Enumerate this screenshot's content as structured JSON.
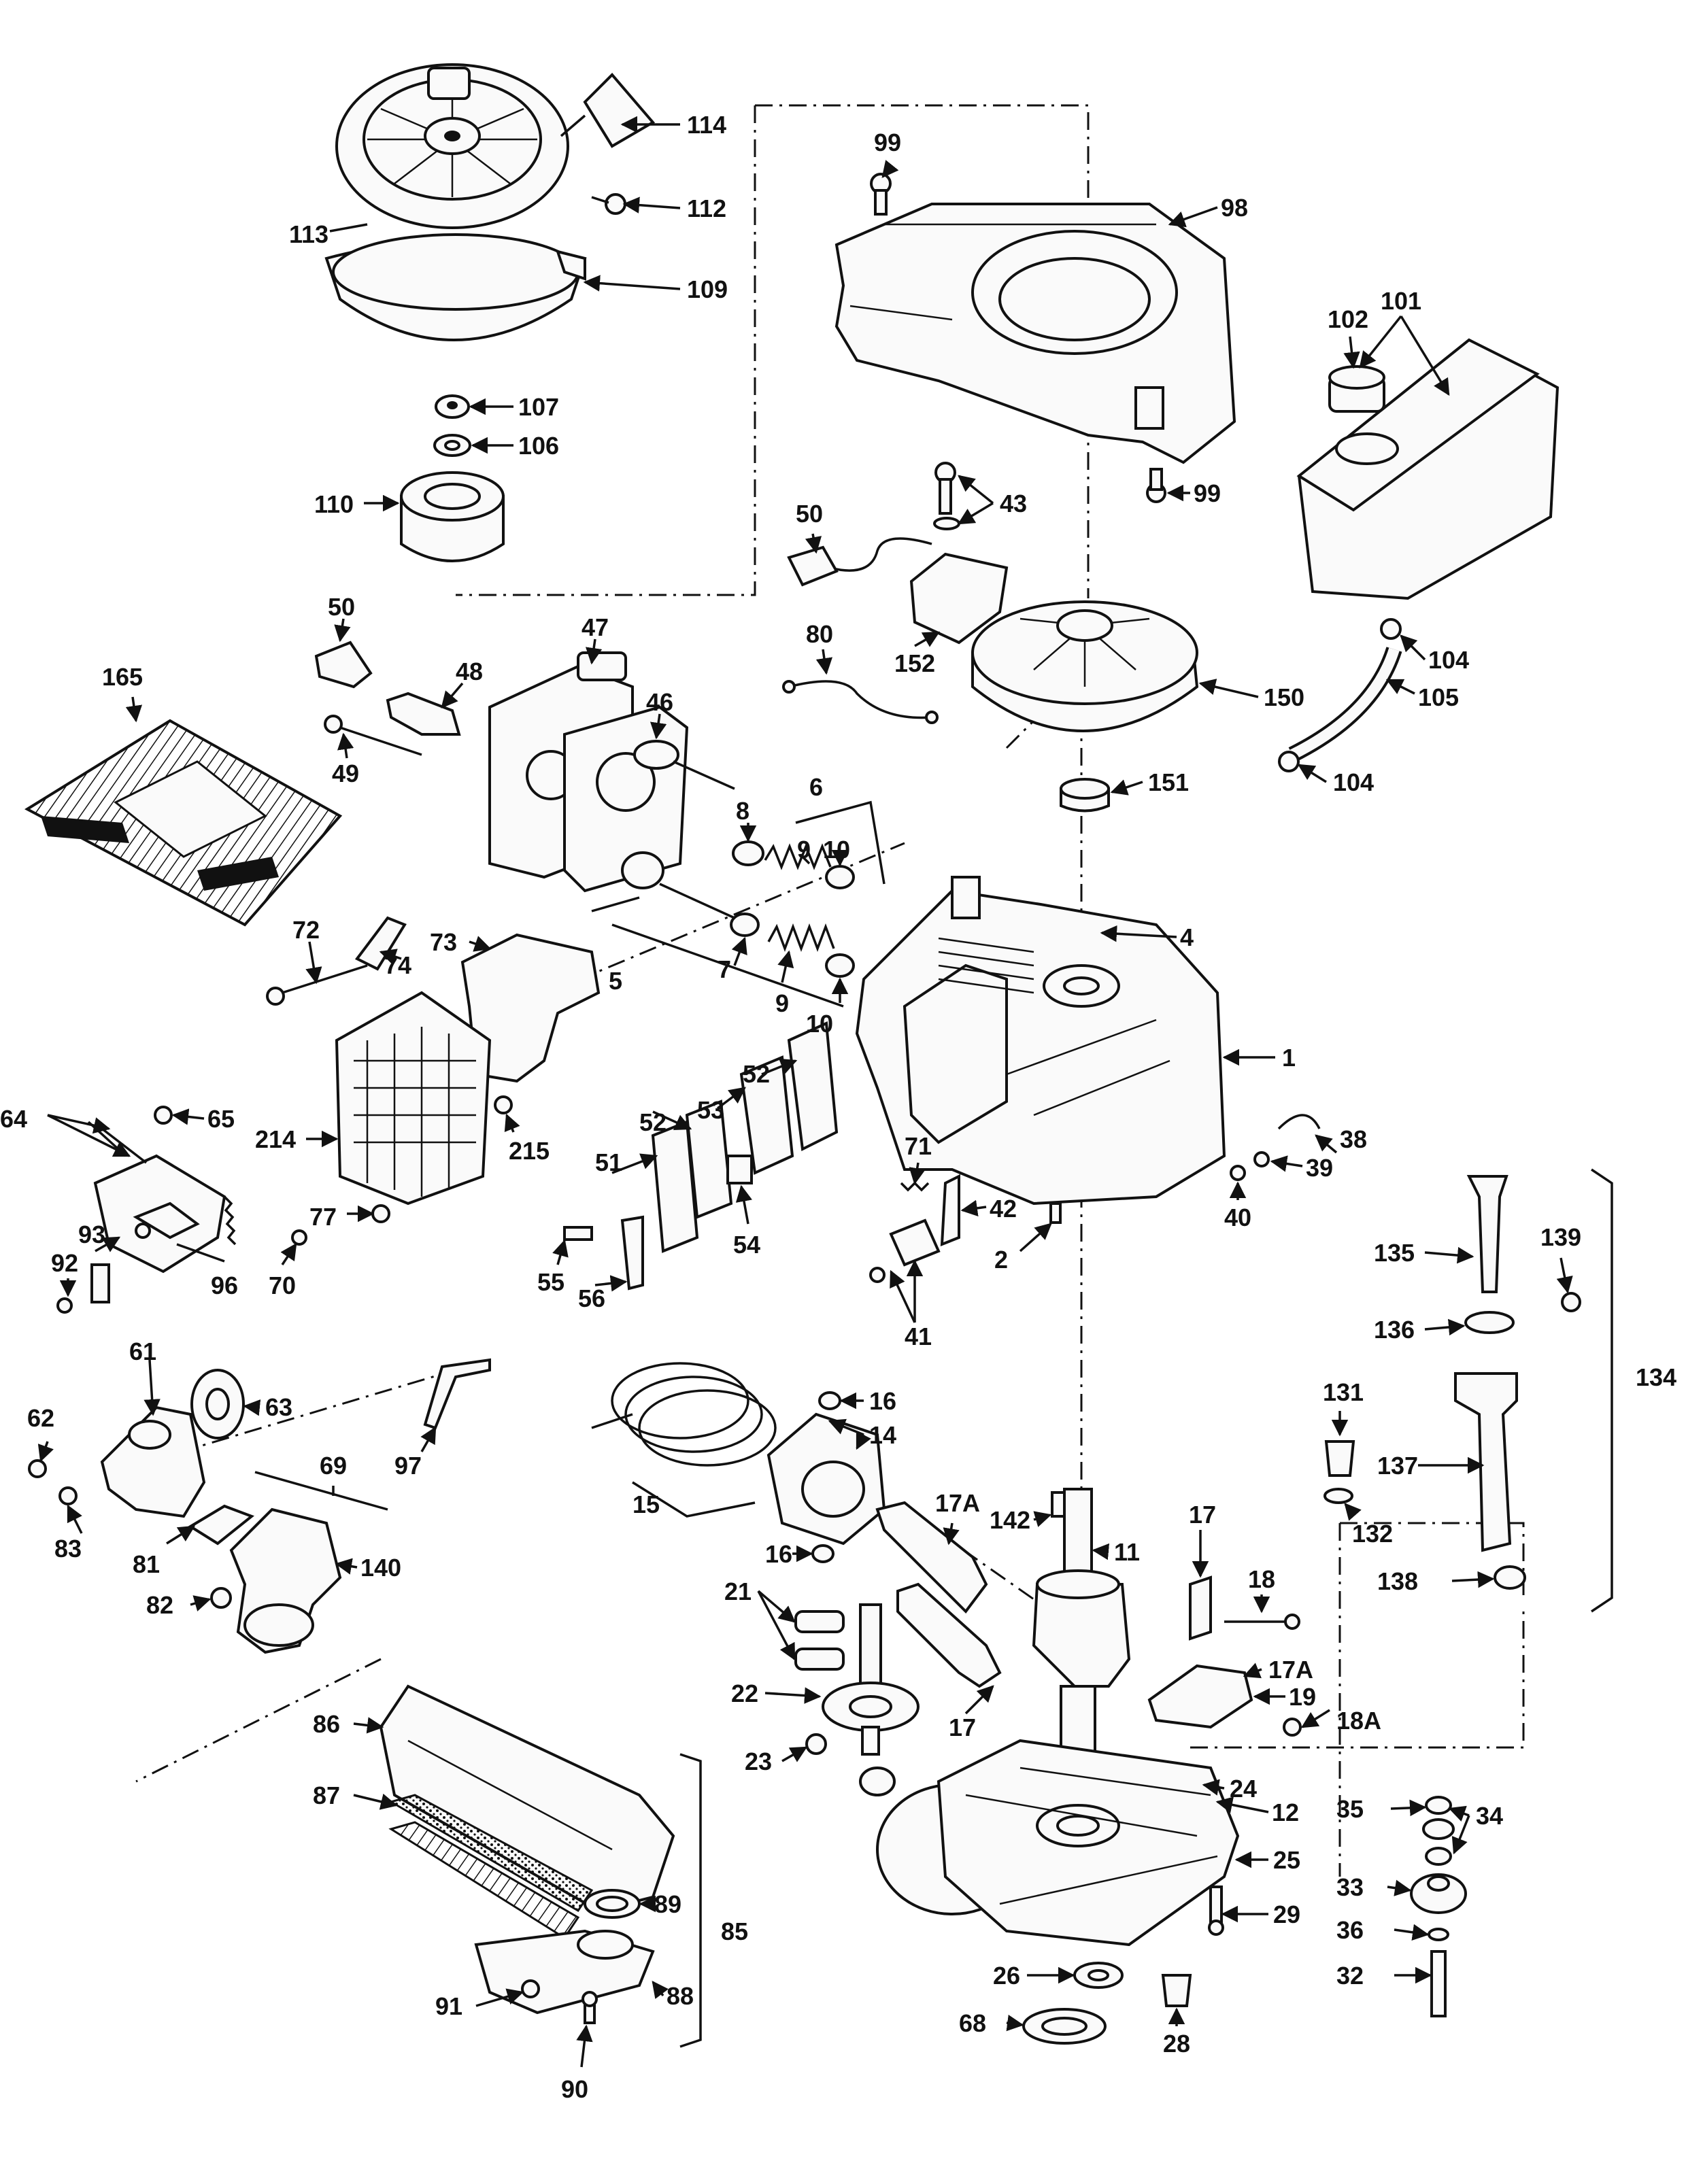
{
  "title": "",
  "labels": [
    {
      "id": "114",
      "text": "114"
    },
    {
      "id": "112",
      "text": "112"
    },
    {
      "id": "113",
      "text": "113"
    },
    {
      "id": "109",
      "text": "109"
    },
    {
      "id": "107",
      "text": "107"
    },
    {
      "id": "106",
      "text": "106"
    },
    {
      "id": "110",
      "text": "110"
    },
    {
      "id": "99a",
      "text": "99"
    },
    {
      "id": "98",
      "text": "98"
    },
    {
      "id": "99b",
      "text": "99"
    },
    {
      "id": "101",
      "text": "101"
    },
    {
      "id": "102",
      "text": "102"
    },
    {
      "id": "104a",
      "text": "104"
    },
    {
      "id": "105",
      "text": "105"
    },
    {
      "id": "104b",
      "text": "104"
    },
    {
      "id": "50a",
      "text": "50"
    },
    {
      "id": "43",
      "text": "43"
    },
    {
      "id": "50b",
      "text": "50"
    },
    {
      "id": "80",
      "text": "80"
    },
    {
      "id": "152",
      "text": "152"
    },
    {
      "id": "150",
      "text": "150"
    },
    {
      "id": "151",
      "text": "151"
    },
    {
      "id": "165",
      "text": "165"
    },
    {
      "id": "47",
      "text": "47"
    },
    {
      "id": "48",
      "text": "48"
    },
    {
      "id": "46",
      "text": "46"
    },
    {
      "id": "49",
      "text": "49"
    },
    {
      "id": "6",
      "text": "6"
    },
    {
      "id": "8",
      "text": "8"
    },
    {
      "id": "9a",
      "text": "9"
    },
    {
      "id": "10a",
      "text": "10"
    },
    {
      "id": "4",
      "text": "4"
    },
    {
      "id": "72",
      "text": "72"
    },
    {
      "id": "73",
      "text": "73"
    },
    {
      "id": "74",
      "text": "74"
    },
    {
      "id": "5",
      "text": "5"
    },
    {
      "id": "7",
      "text": "7"
    },
    {
      "id": "9b",
      "text": "9"
    },
    {
      "id": "10b",
      "text": "10"
    },
    {
      "id": "1",
      "text": "1"
    },
    {
      "id": "64",
      "text": "64"
    },
    {
      "id": "65",
      "text": "65"
    },
    {
      "id": "214",
      "text": "214"
    },
    {
      "id": "215",
      "text": "215"
    },
    {
      "id": "52a",
      "text": "52"
    },
    {
      "id": "53",
      "text": "53"
    },
    {
      "id": "52b",
      "text": "52"
    },
    {
      "id": "51",
      "text": "51"
    },
    {
      "id": "71",
      "text": "71"
    },
    {
      "id": "38",
      "text": "38"
    },
    {
      "id": "39",
      "text": "39"
    },
    {
      "id": "40",
      "text": "40"
    },
    {
      "id": "93",
      "text": "93"
    },
    {
      "id": "77",
      "text": "77"
    },
    {
      "id": "42",
      "text": "42"
    },
    {
      "id": "54",
      "text": "54"
    },
    {
      "id": "92",
      "text": "92"
    },
    {
      "id": "96",
      "text": "96"
    },
    {
      "id": "70",
      "text": "70"
    },
    {
      "id": "55",
      "text": "55"
    },
    {
      "id": "56",
      "text": "56"
    },
    {
      "id": "2",
      "text": "2"
    },
    {
      "id": "41",
      "text": "41"
    },
    {
      "id": "135",
      "text": "135"
    },
    {
      "id": "139",
      "text": "139"
    },
    {
      "id": "136",
      "text": "136"
    },
    {
      "id": "134",
      "text": "134"
    },
    {
      "id": "61",
      "text": "61"
    },
    {
      "id": "63",
      "text": "63"
    },
    {
      "id": "62",
      "text": "62"
    },
    {
      "id": "97",
      "text": "97"
    },
    {
      "id": "16a",
      "text": "16"
    },
    {
      "id": "14",
      "text": "14"
    },
    {
      "id": "131",
      "text": "131"
    },
    {
      "id": "69",
      "text": "69"
    },
    {
      "id": "15",
      "text": "15"
    },
    {
      "id": "137",
      "text": "137"
    },
    {
      "id": "17A_a",
      "text": "17A"
    },
    {
      "id": "142",
      "text": "142"
    },
    {
      "id": "11",
      "text": "11"
    },
    {
      "id": "17a",
      "text": "17"
    },
    {
      "id": "132",
      "text": "132"
    },
    {
      "id": "83",
      "text": "83"
    },
    {
      "id": "81",
      "text": "81"
    },
    {
      "id": "140",
      "text": "140"
    },
    {
      "id": "16b",
      "text": "16"
    },
    {
      "id": "18",
      "text": "18"
    },
    {
      "id": "138",
      "text": "138"
    },
    {
      "id": "82",
      "text": "82"
    },
    {
      "id": "21",
      "text": "21"
    },
    {
      "id": "17A_b",
      "text": "17A"
    },
    {
      "id": "22",
      "text": "22"
    },
    {
      "id": "19",
      "text": "19"
    },
    {
      "id": "18A",
      "text": "18A"
    },
    {
      "id": "17b",
      "text": "17"
    },
    {
      "id": "86",
      "text": "86"
    },
    {
      "id": "23",
      "text": "23"
    },
    {
      "id": "24",
      "text": "24"
    },
    {
      "id": "87",
      "text": "87"
    },
    {
      "id": "12",
      "text": "12"
    },
    {
      "id": "35",
      "text": "35"
    },
    {
      "id": "34",
      "text": "34"
    },
    {
      "id": "25",
      "text": "25"
    },
    {
      "id": "89",
      "text": "89"
    },
    {
      "id": "33",
      "text": "33"
    },
    {
      "id": "85",
      "text": "85"
    },
    {
      "id": "29",
      "text": "29"
    },
    {
      "id": "36",
      "text": "36"
    },
    {
      "id": "88",
      "text": "88"
    },
    {
      "id": "26",
      "text": "26"
    },
    {
      "id": "32",
      "text": "32"
    },
    {
      "id": "91",
      "text": "91"
    },
    {
      "id": "68",
      "text": "68"
    },
    {
      "id": "28",
      "text": "28"
    },
    {
      "id": "90",
      "text": "90"
    }
  ]
}
